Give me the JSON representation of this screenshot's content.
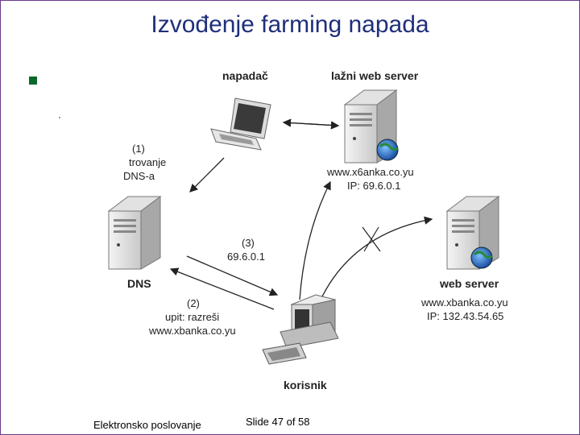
{
  "slide": {
    "title": "Izvođenje farming napada",
    "footer_left": "Elektronsko poslovanje",
    "footer_right": "Slide 47 of 58"
  },
  "diagram": {
    "attacker_label": "napadač",
    "fake_server_label": "lažni web server",
    "fake_server_domain": "www.x6anka.co.yu",
    "fake_server_ip": "IP: 69.6.0.1",
    "dns_label": "DNS",
    "web_server_label": "web server",
    "web_server_domain": "www.xbanka.co.yu",
    "web_server_ip": "IP: 132.43.54.65",
    "user_label": "korisnik",
    "step1_num": "(1)",
    "step1_line1": "trovanje",
    "step1_line2": "DNS-a",
    "step2_num": "(2)",
    "step2_line1": "upit: razreši",
    "step2_line2": "www.xbanka.co.yu",
    "step3_num": "(3)",
    "step3_line1": "69.6.0.1"
  }
}
